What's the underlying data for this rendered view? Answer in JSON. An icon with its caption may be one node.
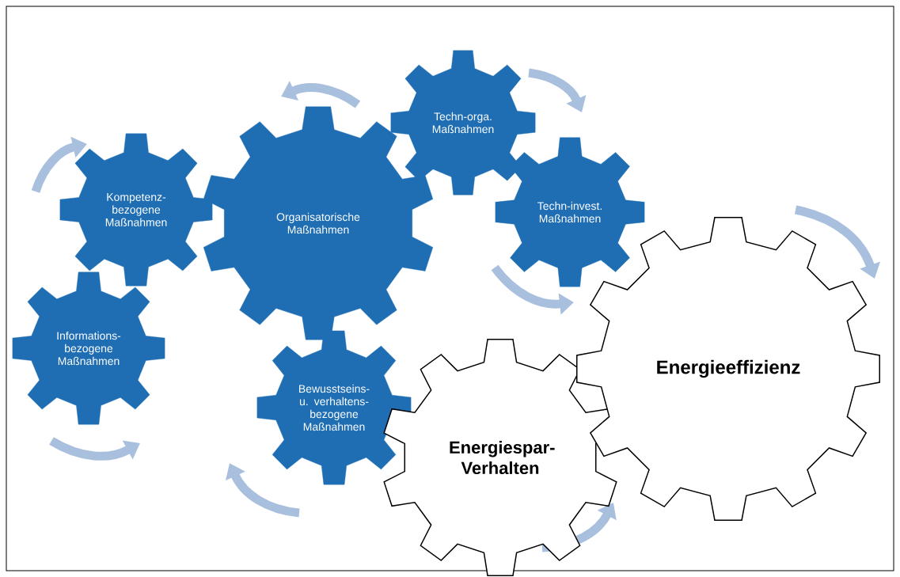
{
  "diagram": {
    "nodes": [
      {
        "text": [
          "Kompetenz- bezogene Maßnahmen"
        ]
      },
      {
        "text": [
          "Organisatorische Maßnahmen"
        ]
      },
      {
        "text": [
          "Techn-orga. Maßnahmen"
        ]
      },
      {
        "text": [
          "Techn-invest. Maßnahmen"
        ]
      },
      {
        "text": [
          "Informations- bezogene Maßnahmen"
        ]
      },
      {
        "text": [
          "Bewusstseins- u. verhaltens- bezogene Maßnahmen"
        ]
      },
      {
        "text": [
          "Energiespar- Verhalten"
        ]
      },
      {
        "text": [
          "Energieeffizienz"
        ]
      }
    ]
  }
}
